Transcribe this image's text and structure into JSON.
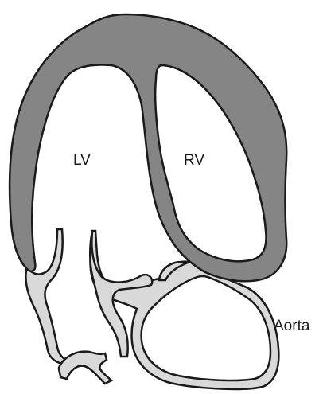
{
  "labels": {
    "left_ventricle": "LV",
    "right_ventricle": "RV",
    "aorta": "Aorta"
  },
  "colors": {
    "myocardium": "#858585",
    "valve_tissue": "#d9d9d9",
    "outline": "#1a1a1a",
    "background": "#ffffff"
  }
}
